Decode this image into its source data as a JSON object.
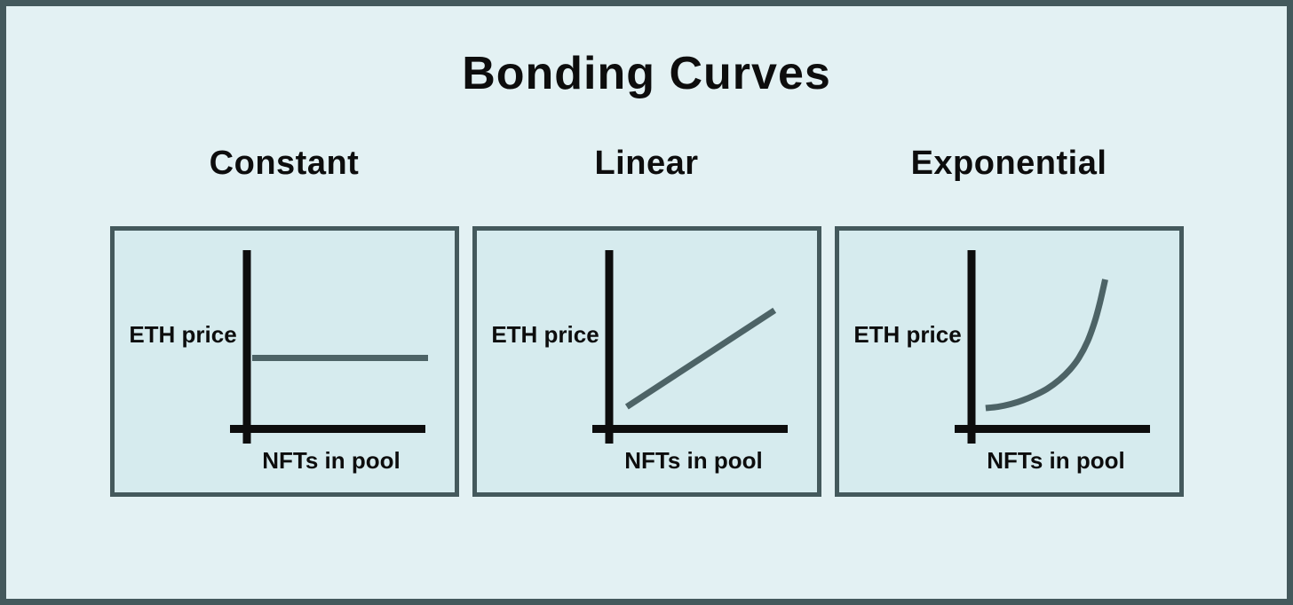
{
  "page": {
    "title": "Bonding Curves"
  },
  "colors": {
    "frame": "#44595c",
    "bg": "#e3f1f3",
    "panel_fill": "#d6ebee",
    "panel_border": "#44595c",
    "ink": "#0d0d0d",
    "curve": "#4d6366"
  },
  "chart_data": [
    {
      "type": "line",
      "title": "Constant",
      "curve_shape": "constant",
      "xlabel": "NFTs in pool",
      "ylabel": "ETH price",
      "grid": false,
      "axis_ticks": "none",
      "x_range_norm": [
        0,
        1
      ],
      "y_range_norm": [
        0,
        1
      ],
      "x": [
        0,
        1
      ],
      "y": [
        0.39,
        0.39
      ]
    },
    {
      "type": "line",
      "title": "Linear",
      "curve_shape": "linear",
      "xlabel": "NFTs in pool",
      "ylabel": "ETH price",
      "grid": false,
      "axis_ticks": "none",
      "x_range_norm": [
        0,
        1
      ],
      "y_range_norm": [
        0,
        1
      ],
      "x": [
        0.07,
        0.91
      ],
      "y": [
        0.01,
        0.76
      ]
    },
    {
      "type": "line",
      "title": "Exponential",
      "curve_shape": "exponential",
      "xlabel": "NFTs in pool",
      "ylabel": "ETH price",
      "grid": false,
      "axis_ticks": "none",
      "x_range_norm": [
        0,
        1
      ],
      "y_range_norm": [
        0,
        1
      ],
      "x": [
        0.05,
        0.12,
        0.19,
        0.26,
        0.33,
        0.4,
        0.47,
        0.53,
        0.58,
        0.63,
        0.67,
        0.7,
        0.73
      ],
      "y": [
        0.0,
        0.01,
        0.03,
        0.06,
        0.1,
        0.15,
        0.22,
        0.3,
        0.39,
        0.52,
        0.67,
        0.82,
        1.0
      ]
    }
  ]
}
